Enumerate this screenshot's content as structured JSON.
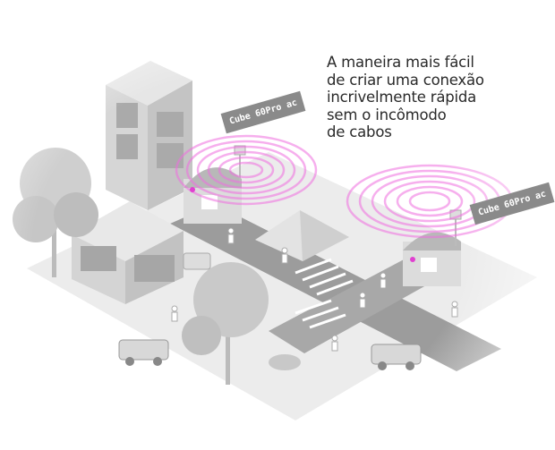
{
  "headline": {
    "lines": [
      "A maneira mais fácil",
      "de criar uma conexão",
      "incrivelmente rápida",
      "sem o incômodo",
      "de cabos"
    ]
  },
  "labels": {
    "router_1": "Cube 60Pro ac",
    "router_2": "Cube 60Pro ac"
  },
  "colors": {
    "wifi": "#f06ee0",
    "building": "#d9d9d9",
    "road": "#9a9a9a",
    "tag": "#8a8a8a"
  }
}
